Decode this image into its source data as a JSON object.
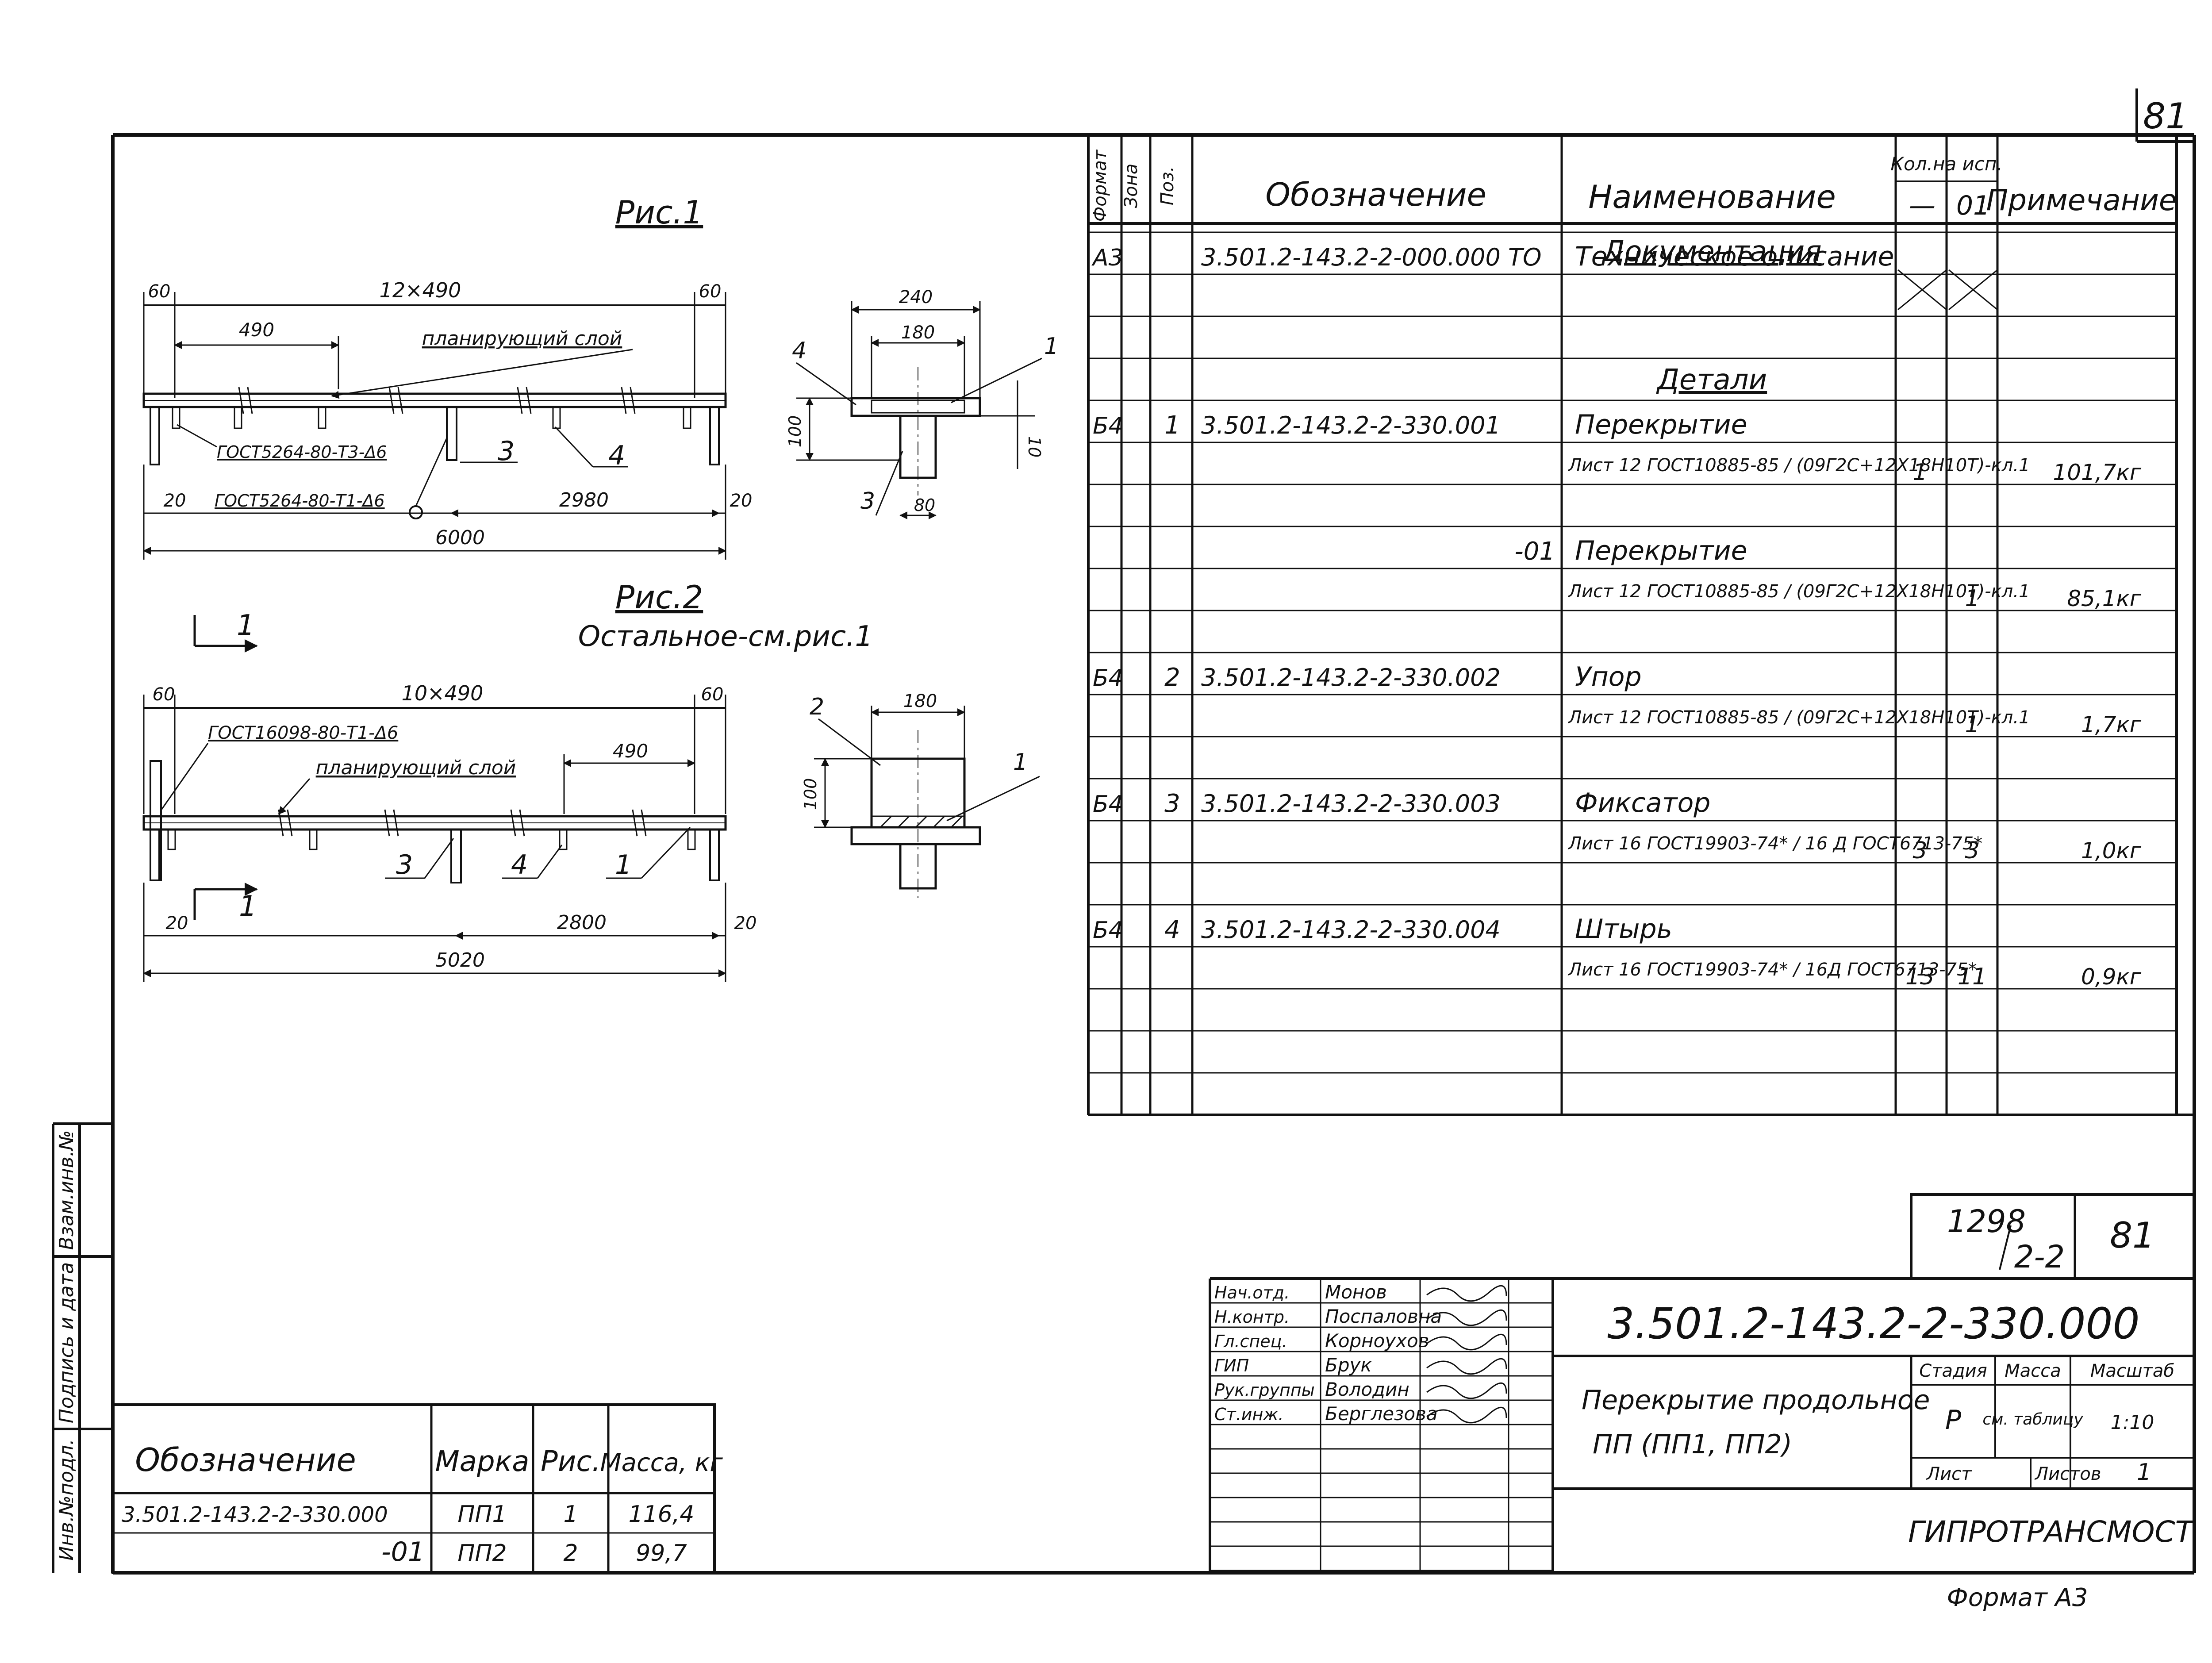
{
  "page_number": "81",
  "fig1": {
    "title": "Рис.1",
    "dim_60_left": "60",
    "dim_12x490": "12×490",
    "dim_60_right": "60",
    "dim_490": "490",
    "label_layer": "планирующий слой",
    "weld_1": "ГОСТ5264-80-Т3-Δ6",
    "weld_2": "ГОСТ5264-80-Т1-Δ6",
    "pos_3": "3",
    "pos_4": "4",
    "dim_20_left": "20",
    "dim_2980": "2980",
    "dim_20_right": "20",
    "dim_6000": "6000"
  },
  "section1": {
    "dim_240": "240",
    "dim_180": "180",
    "pos_4": "4",
    "pos_1": "1",
    "dim_100": "100",
    "dim_10": "10",
    "pos_3": "3",
    "dim_80": "80"
  },
  "fig2": {
    "title": "Рис.2",
    "subtitle": "Остальное-см.рис.1",
    "cut_mark_top": "1",
    "cut_mark_bottom": "1",
    "dim_60_left": "60",
    "dim_10x490": "10×490",
    "dim_60_right": "60",
    "weld": "ГОСТ16098-80-Т1-Δ6",
    "label_layer": "планирующий слой",
    "dim_490": "490",
    "pos_3": "3",
    "pos_4": "4",
    "pos_1": "1",
    "dim_20_left": "20",
    "dim_2800": "2800",
    "dim_20_right": "20",
    "dim_5020": "5020"
  },
  "section2": {
    "pos_2": "2",
    "dim_180": "180",
    "dim_100": "100",
    "pos_1": "1"
  },
  "spec": {
    "headers": {
      "format": "Формат",
      "zone": "Зона",
      "pos": "Поз.",
      "designation": "Обозначение",
      "name": "Наименование",
      "qty": "Кол.на исп.",
      "qty_dash": "—",
      "qty_01": "01",
      "note": "Примечание"
    },
    "section_docs": "Документация",
    "section_parts": "Детали",
    "rows": [
      {
        "format": "А3",
        "pos": "",
        "designation": "3.501.2-143.2-2-000.000 ТО",
        "name": "Техническое описание",
        "q0": "",
        "q1": "",
        "note": ""
      },
      {
        "format": "Б4",
        "pos": "1",
        "designation": "3.501.2-143.2-2-330.001",
        "name": "Перекрытие",
        "q0": "",
        "q1": "",
        "note": ""
      },
      {
        "format": "",
        "pos": "",
        "designation": "",
        "name": "Лист 12 ГОСТ10885-85 / (09Г2С+12Х18Н10Т)-кл.1",
        "q0": "1",
        "q1": "",
        "note": "101,7кг"
      },
      {
        "format": "",
        "pos": "",
        "designation": "-01",
        "name": "Перекрытие",
        "q0": "",
        "q1": "",
        "note": ""
      },
      {
        "format": "",
        "pos": "",
        "designation": "",
        "name": "Лист 12 ГОСТ10885-85 / (09Г2С+12Х18Н10Т)-кл.1",
        "q0": "",
        "q1": "1",
        "note": "85,1кг"
      },
      {
        "format": "Б4",
        "pos": "2",
        "designation": "3.501.2-143.2-2-330.002",
        "name": "Упор",
        "q0": "",
        "q1": "",
        "note": ""
      },
      {
        "format": "",
        "pos": "",
        "designation": "",
        "name": "Лист 12 ГОСТ10885-85 / (09Г2С+12Х18Н10Т)-кл.1",
        "q0": "",
        "q1": "1",
        "note": "1,7кг"
      },
      {
        "format": "Б4",
        "pos": "3",
        "designation": "3.501.2-143.2-2-330.003",
        "name": "Фиксатор",
        "q0": "",
        "q1": "",
        "note": ""
      },
      {
        "format": "",
        "pos": "",
        "designation": "",
        "name": "Лист 16 ГОСТ19903-74* / 16 Д ГОСТ6713-75*",
        "q0": "3",
        "q1": "3",
        "note": "1,0кг"
      },
      {
        "format": "Б4",
        "pos": "4",
        "designation": "3.501.2-143.2-2-330.004",
        "name": "Штырь",
        "q0": "",
        "q1": "",
        "note": ""
      },
      {
        "format": "",
        "pos": "",
        "designation": "",
        "name": "Лист 16 ГОСТ19903-74* / 16Д ГОСТ6713-75*",
        "q0": "13",
        "q1": "11",
        "note": "0,9кг"
      }
    ]
  },
  "marks_table": {
    "headers": {
      "designation": "Обозначение",
      "mark": "Марка",
      "fig": "Рис.",
      "mass": "Масса, кг"
    },
    "rows": [
      {
        "designation": "3.501.2-143.2-2-330.000",
        "mark": "ПП1",
        "fig": "1",
        "mass": "116,4"
      },
      {
        "designation": "-01",
        "mark": "ПП2",
        "fig": "2",
        "mass": "99,7"
      }
    ]
  },
  "left_strip": {
    "inv_orig": "Инв.№подл.",
    "sign_date": "Подпись и дата",
    "repl_inv": "Взам.инв.№"
  },
  "title_block": {
    "album": "1298",
    "album_sub": "2-2",
    "sheet_no": "81",
    "designation": "3.501.2-143.2-2-330.000",
    "product_name": "Перекрытие продольное ПП (ПП1, ПП2)",
    "stage_label": "Стадия",
    "mass_label": "Масса",
    "scale_label": "Масштаб",
    "stage": "Р",
    "mass": "см. таблицу",
    "scale": "1:10",
    "sheet_label": "Лист",
    "sheets_label": "Листов",
    "sheets": "1",
    "org": "ГИПРОТРАНСМОСТ",
    "signatures": [
      {
        "role": "Нач.отд.",
        "name": "Монов"
      },
      {
        "role": "Н.контр.",
        "name": "Поспаловна"
      },
      {
        "role": "Гл.спец.",
        "name": "Корноухов"
      },
      {
        "role": "ГИП",
        "name": "Брук"
      },
      {
        "role": "Рук.группы",
        "name": "Володин"
      },
      {
        "role": "Ст.инж.",
        "name": "Берглезова"
      }
    ]
  },
  "format_note": "Формат А3"
}
